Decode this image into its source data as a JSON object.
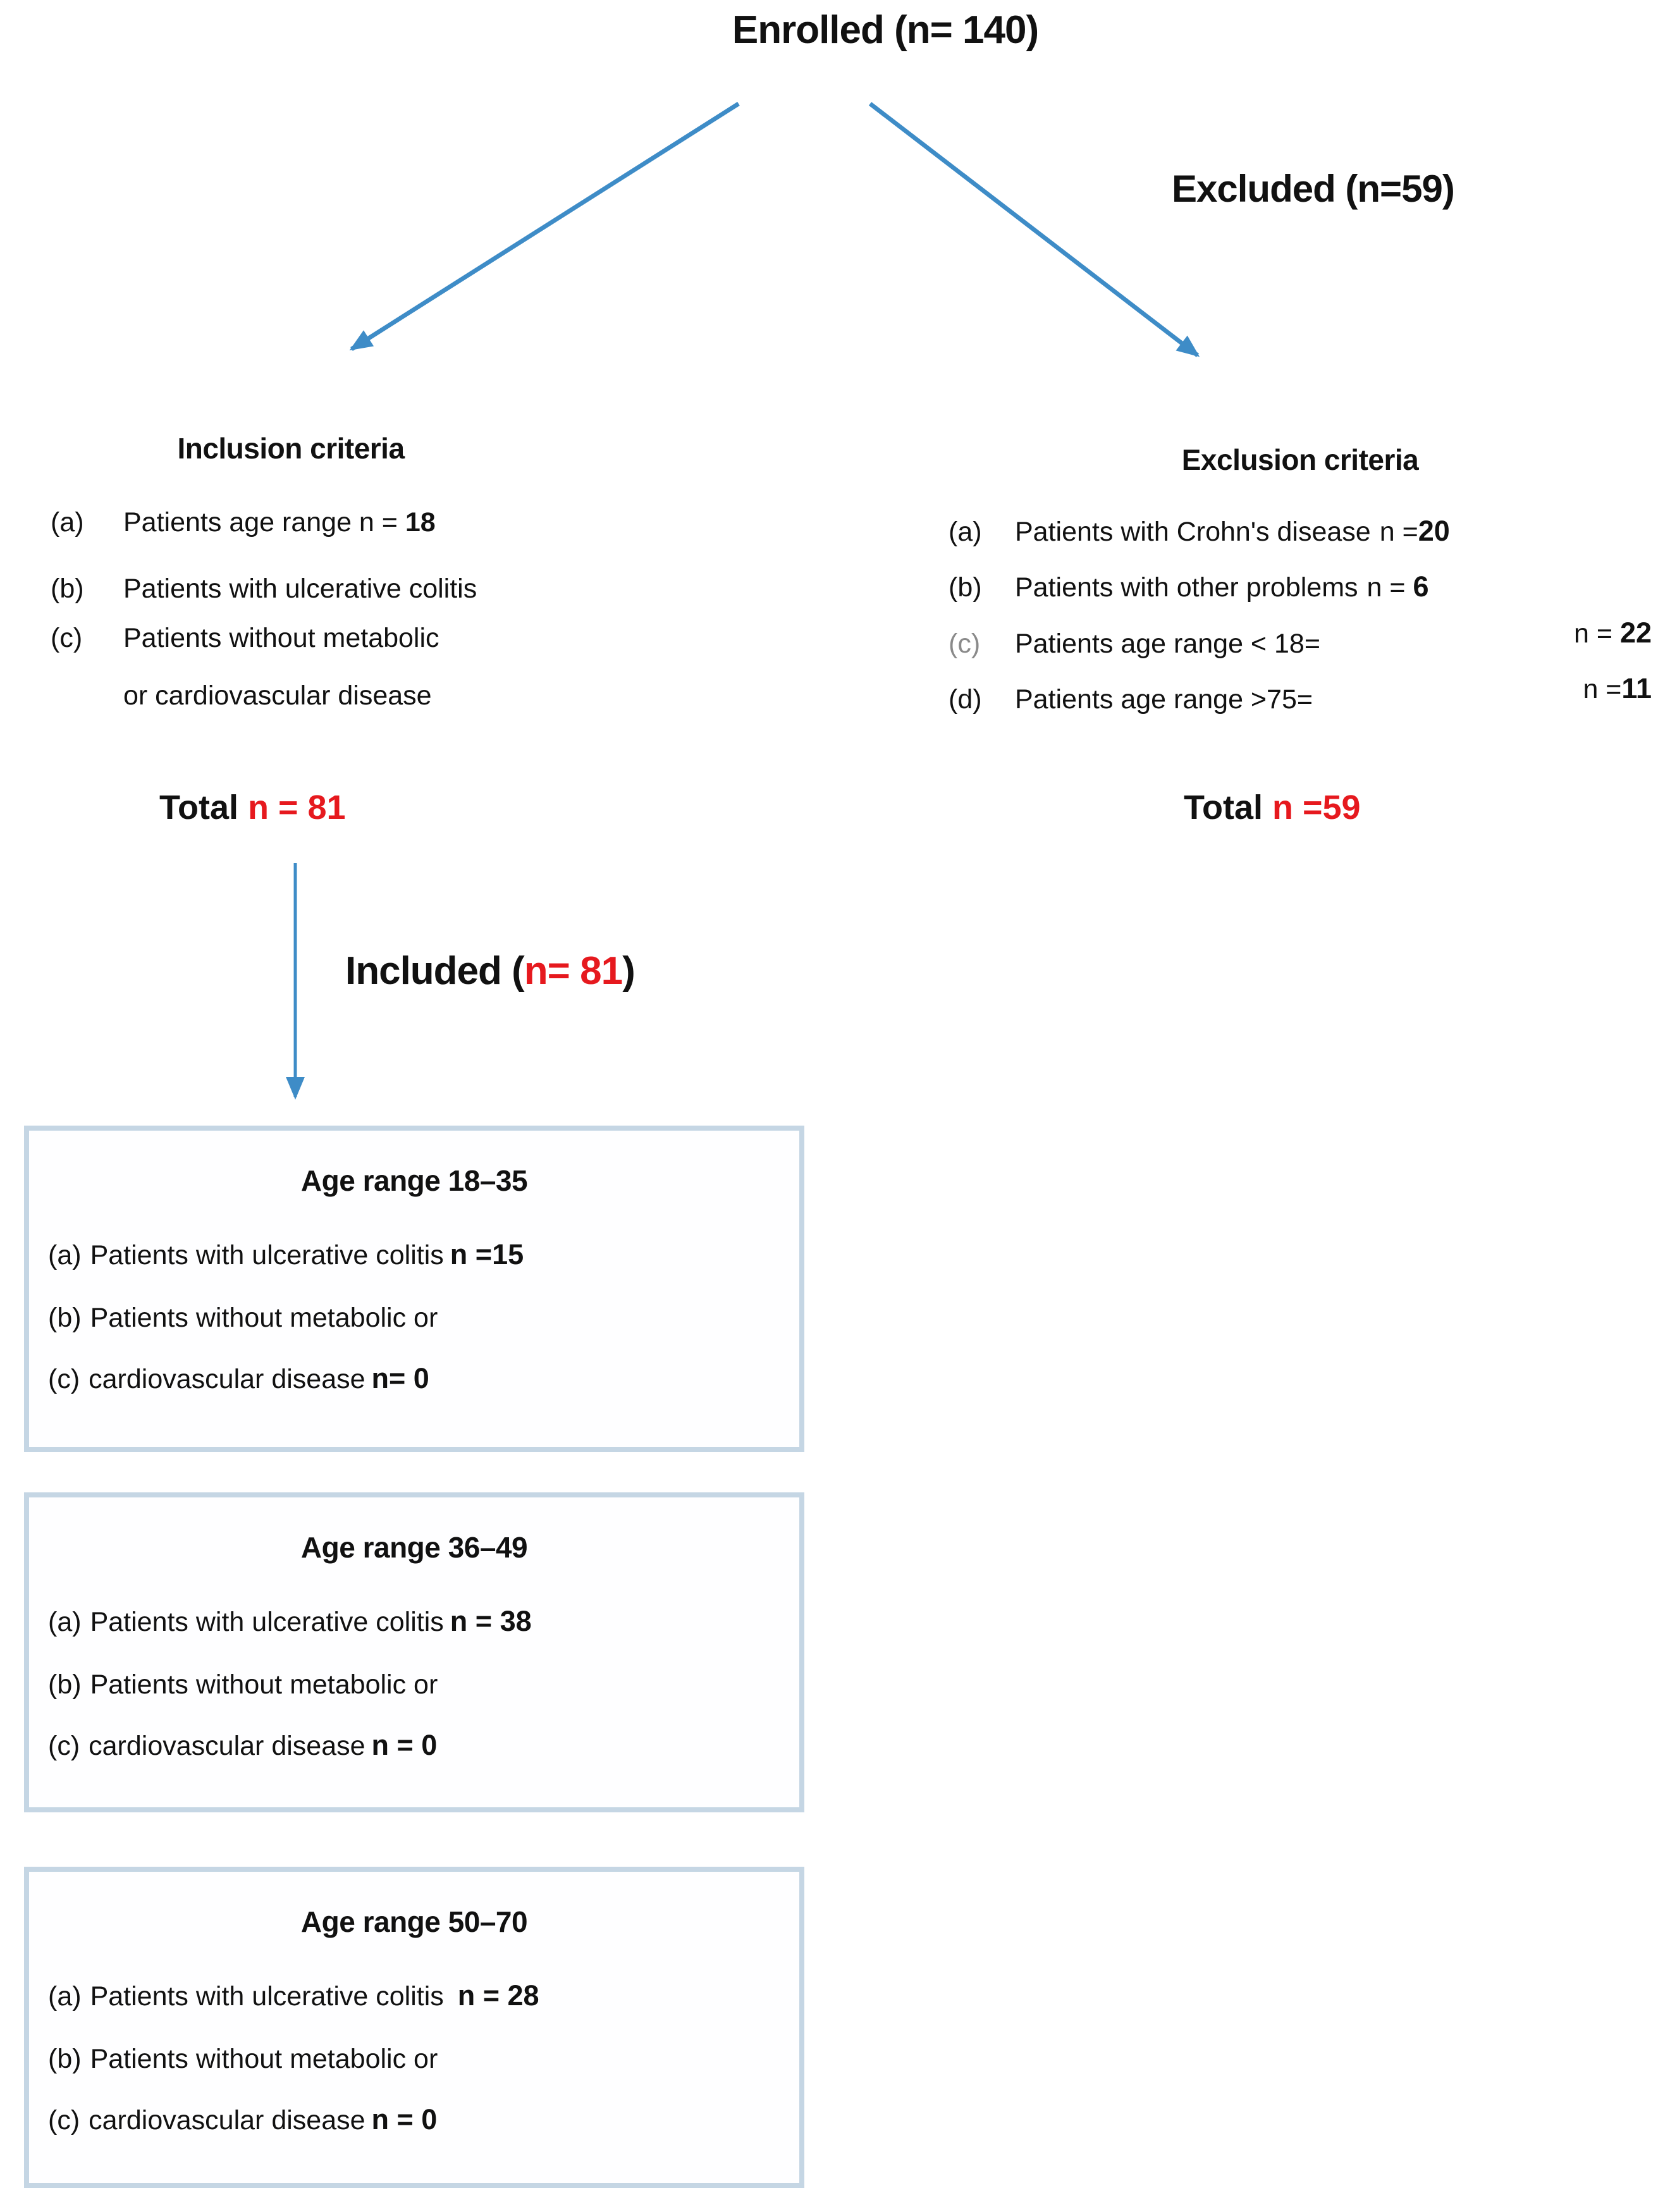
{
  "colors": {
    "red": "#e6191e",
    "arrow_blue": "#3e8cc7",
    "box_border": "#c5d6e4",
    "text": "#111111",
    "gray_marker": "#8a8a8a"
  },
  "enrolled_label": "Enrolled (n= 140)",
  "excluded_label": "Excluded (n=59)",
  "included": {
    "prefix": "Included (",
    "value": "n= 81",
    "suffix": ")"
  },
  "inclusion": {
    "heading": "Inclusion criteria",
    "items": [
      {
        "marker": "(a)",
        "text": "Patients age range n = ",
        "value": "18"
      },
      {
        "marker": "(b)",
        "text": "Patients with ulcerative colitis",
        "value": ""
      },
      {
        "marker": "(c)",
        "text": "Patients without metabolic",
        "value": ""
      },
      {
        "marker": "",
        "text": "or cardiovascular disease",
        "value": ""
      }
    ],
    "total": {
      "label": "Total ",
      "value": "n = 81"
    }
  },
  "exclusion": {
    "heading": "Exclusion criteria",
    "items": [
      {
        "marker": "(a)",
        "text": "Patients with Crohn's disease",
        "n_label": "n =",
        "value": "20"
      },
      {
        "marker": "(b)",
        "text": "Patients with other problems",
        "n_label": "n = ",
        "value": "6"
      },
      {
        "marker": "(c)",
        "text": "Patients age range < 18=",
        "n_label": "n = ",
        "value": "22"
      },
      {
        "marker": "(d)",
        "text": "Patients age range >75=",
        "n_label": "n =",
        "value": "11"
      }
    ],
    "total": {
      "label": "Total ",
      "value": "n =59"
    }
  },
  "age_boxes": [
    {
      "title": "Age range 18–35",
      "items": [
        {
          "marker": "(a)",
          "text": "Patients with ulcerative colitis",
          "n_label": "n =15"
        },
        {
          "marker": "(b)",
          "text": "Patients without metabolic or",
          "n_label": ""
        },
        {
          "marker": "(c)",
          "text": "cardiovascular disease",
          "n_label": "n= 0"
        }
      ]
    },
    {
      "title": "Age range 36–49",
      "items": [
        {
          "marker": "(a)",
          "text": "Patients with ulcerative colitis",
          "n_label": "n = 38"
        },
        {
          "marker": "(b)",
          "text": "Patients without metabolic or",
          "n_label": ""
        },
        {
          "marker": "(c)",
          "text": "cardiovascular disease",
          "n_label": "n = 0"
        }
      ]
    },
    {
      "title": "Age range 50–70",
      "items": [
        {
          "marker": "(a)",
          "text": "Patients with ulcerative colitis",
          "n_label": "n = 28"
        },
        {
          "marker": "(b)",
          "text": "Patients without metabolic or",
          "n_label": ""
        },
        {
          "marker": "(c)",
          "text": "cardiovascular disease",
          "n_label": "n = 0"
        }
      ]
    }
  ]
}
